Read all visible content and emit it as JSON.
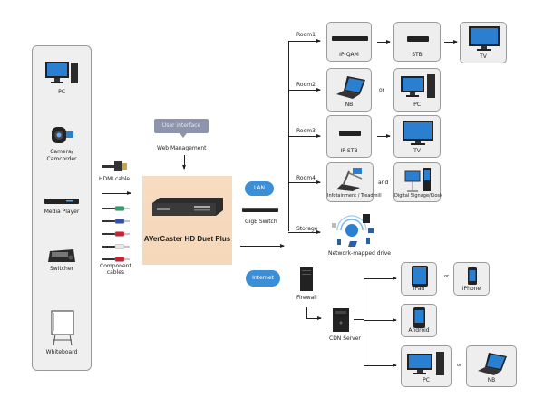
{
  "sources": {
    "items": [
      {
        "label": "PC",
        "icon": "desktop-pc-icon"
      },
      {
        "label": "Camera/\nCamcorder",
        "icon": "camcorder-icon"
      },
      {
        "label": "Media Player",
        "icon": "media-player-icon"
      },
      {
        "label": "Switcher",
        "icon": "video-switcher-icon"
      },
      {
        "label": "Whiteboard",
        "icon": "whiteboard-icon"
      }
    ]
  },
  "cables": {
    "hdmi_label": "HDMI cable",
    "component_label": "Component\ncables",
    "component_colors": [
      "#2e9e6a",
      "#3350b0",
      "#cc2030",
      "#e8e8e8",
      "#cc2030"
    ]
  },
  "center": {
    "ui_bubble": "User interface",
    "web_management": "Web Management",
    "device_name": "AVerCaster HD Duet Plus"
  },
  "network": {
    "lan_label": "LAN",
    "switch_label": "GigE Switch",
    "internet_label": "Internet",
    "firewall_label": "Firewall",
    "cdn_label": "CDN Server"
  },
  "rooms": [
    {
      "label": "Room1",
      "devices": [
        "IP-QAM",
        "STB",
        "TV"
      ],
      "connector": "arrow"
    },
    {
      "label": "Room2",
      "devices": [
        "NB",
        "PC"
      ],
      "connector": "or"
    },
    {
      "label": "Room3",
      "devices": [
        "IP-STB",
        "TV"
      ],
      "connector": "arrow"
    },
    {
      "label": "Room4",
      "devices": [
        "Infotainment / Treadmill",
        "Digital Signage/Kiosk"
      ],
      "connector": "and"
    }
  ],
  "storage": {
    "label": "Storage",
    "device": "Network-mapped drive"
  },
  "cdn_targets": [
    {
      "devices": [
        "iPad",
        "iPhone"
      ],
      "connector": "or"
    },
    {
      "devices": [
        "Android"
      ]
    },
    {
      "devices": [
        "PC",
        "NB"
      ],
      "connector": "or"
    }
  ],
  "connectors": {
    "or": "or",
    "and": "and"
  },
  "colors": {
    "cloud_blue": "#3a8fd8",
    "main_box_bg": "#f6d9bc",
    "ui_bubble_bg": "#8f94ad",
    "box_bg": "#eeeeee"
  }
}
